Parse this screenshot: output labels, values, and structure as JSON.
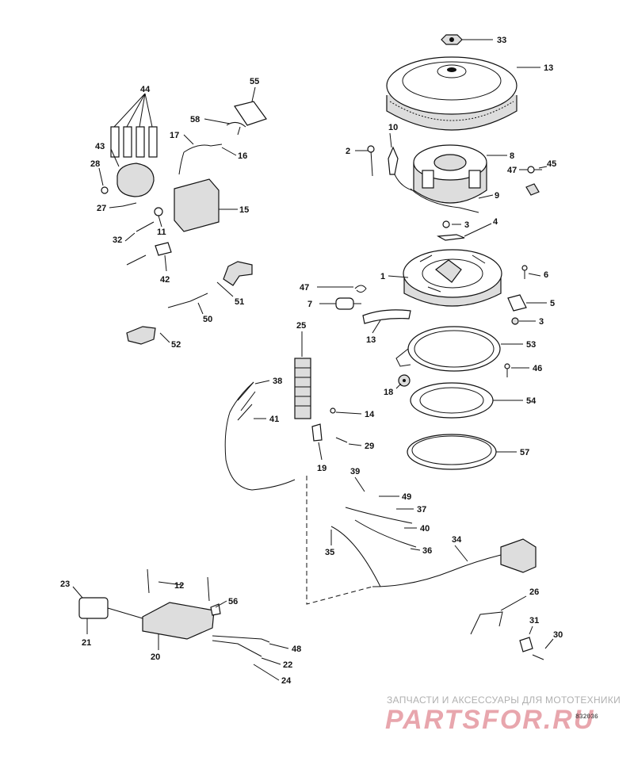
{
  "callouts": [
    "33",
    "13",
    "10",
    "2",
    "8",
    "47",
    "45",
    "9",
    "3",
    "4",
    "1",
    "6",
    "5",
    "3",
    "53",
    "46",
    "18",
    "54",
    "57",
    "47",
    "7",
    "13",
    "25",
    "38",
    "41",
    "14",
    "29",
    "19",
    "39",
    "49",
    "37",
    "40",
    "35",
    "36",
    "34",
    "44",
    "43",
    "28",
    "27",
    "55",
    "58",
    "17",
    "16",
    "15",
    "11",
    "32",
    "42",
    "51",
    "50",
    "52",
    "23",
    "21",
    "12",
    "56",
    "20",
    "48",
    "22",
    "24",
    "26",
    "31",
    "30"
  ],
  "watermark": {
    "tagline": "ЗАПЧАСТИ И АКСЕССУАРЫ ДЛЯ МОТОТЕХНИКИ",
    "logo": "PARTSFOR.RU"
  },
  "diagram_code": "832036"
}
